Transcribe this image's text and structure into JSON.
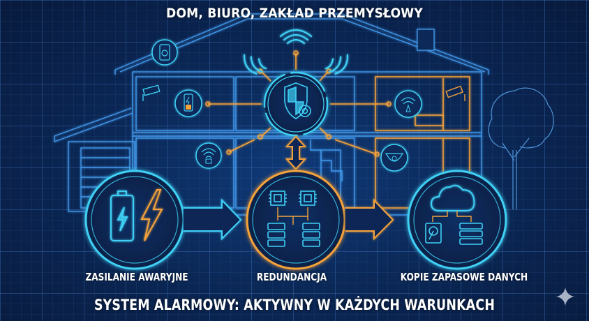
{
  "header": {
    "title": "DOM, BIURO, ZAKŁAD PRZEMYSŁOWY"
  },
  "central_hub": {
    "icon": "shield-gear-icon",
    "peripheral_icons": [
      "wifi-signal-icon",
      "doorbell-camera-icon",
      "battery-icon",
      "security-camera-icon",
      "router-wifi-icon",
      "dome-camera-icon"
    ]
  },
  "stages": [
    {
      "label": "ZASILANIE AWARYJNE",
      "icons": [
        "battery-icon",
        "lightning-bolt-icon"
      ],
      "color": "#3fd0f5"
    },
    {
      "label": "REDUNDANCJA",
      "icons": [
        "cpu-chip-icon",
        "server-rack-icon"
      ],
      "color": "#f5a33a"
    },
    {
      "label": "KOPIE ZAPASOWE DANYCH",
      "icons": [
        "cloud-icon",
        "hard-drive-icon",
        "server-rack-icon"
      ],
      "color": "#3fd0f5"
    }
  ],
  "footer": {
    "title": "SYSTEM ALARMOWY: AKTYWNY W KAŻDYCH WARUNKACH"
  },
  "colors": {
    "cyan": "#3fd0f5",
    "orange": "#f5a33a",
    "background": "#0b2857"
  },
  "watermark": {
    "icon": "sparkle-star-icon"
  }
}
